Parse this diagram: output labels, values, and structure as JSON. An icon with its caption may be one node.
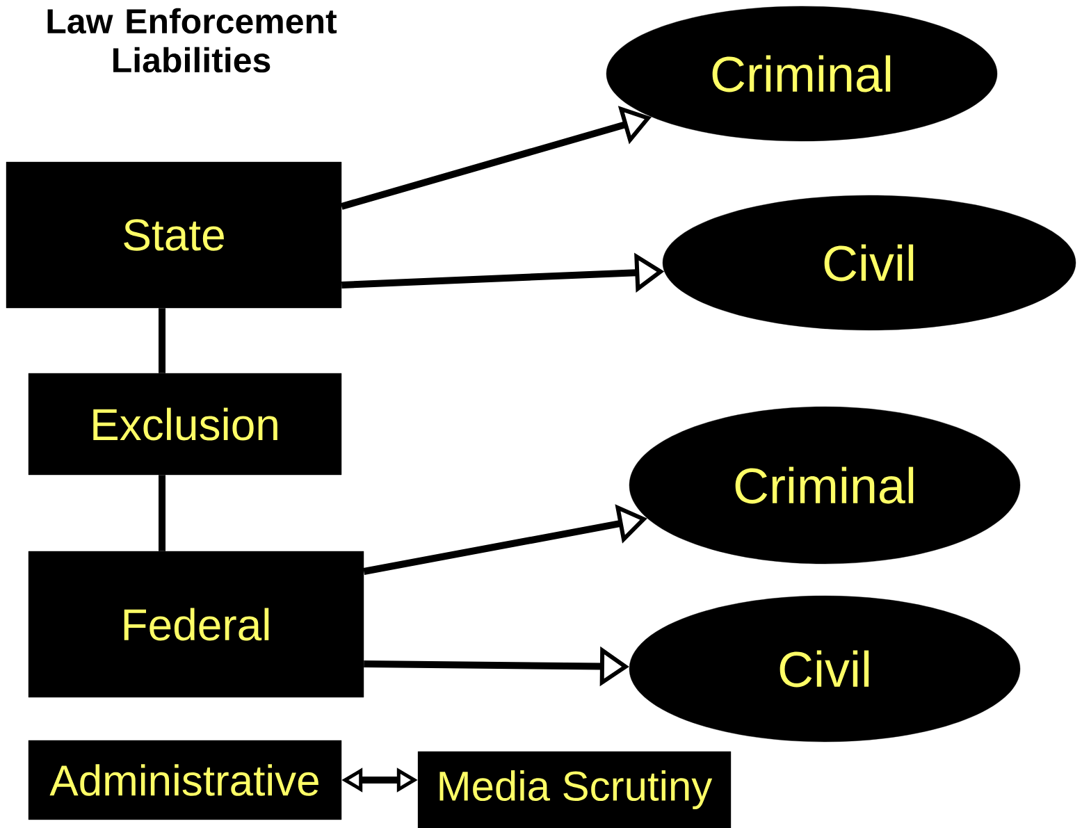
{
  "diagram": {
    "title": "Law Enforcement Liabilities",
    "nodes": [
      {
        "text": [
          "State"
        ]
      },
      {
        "text": [
          "Criminal"
        ]
      },
      {
        "text": [
          "Civil"
        ]
      },
      {
        "text": [
          "Exclusion"
        ]
      },
      {
        "text": [
          "Criminal"
        ]
      },
      {
        "text": [
          "Federal"
        ]
      },
      {
        "text": [
          "Civil"
        ]
      },
      {
        "text": [
          "Administrative"
        ]
      },
      {
        "text": [
          "Media Scrutiny"
        ]
      }
    ],
    "edges": [
      {
        "from": 0,
        "to": 1,
        "arrow": "to"
      },
      {
        "from": 0,
        "to": 2,
        "arrow": "to"
      },
      {
        "from": 0,
        "to": 3,
        "arrow": "none"
      },
      {
        "from": 3,
        "to": 5,
        "arrow": "none"
      },
      {
        "from": 5,
        "to": 4,
        "arrow": "to"
      },
      {
        "from": 5,
        "to": 6,
        "arrow": "to"
      },
      {
        "from": 7,
        "to": 8,
        "arrow": "both"
      }
    ]
  }
}
